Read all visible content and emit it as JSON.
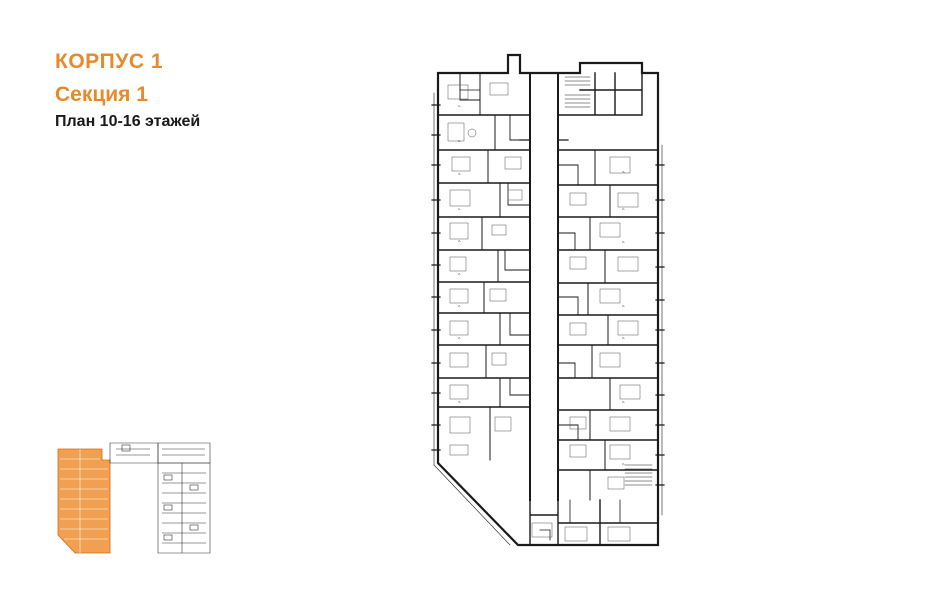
{
  "heading": {
    "building": "КОРПУС 1",
    "section": "Секция 1",
    "plan": "План 10-16 этажей"
  },
  "colors": {
    "accent": "#e8892b",
    "wall": "#1a1a1a",
    "keyplan_highlight": "#f0a050"
  },
  "apartments_left": [
    "1-",
    "2-",
    "3-",
    "1-",
    "2-",
    "2-",
    "2-",
    "2-",
    "3-"
  ],
  "apartments_right": [
    "3-",
    "2-",
    "2-",
    "2-",
    "2-",
    "2-",
    "2-"
  ]
}
